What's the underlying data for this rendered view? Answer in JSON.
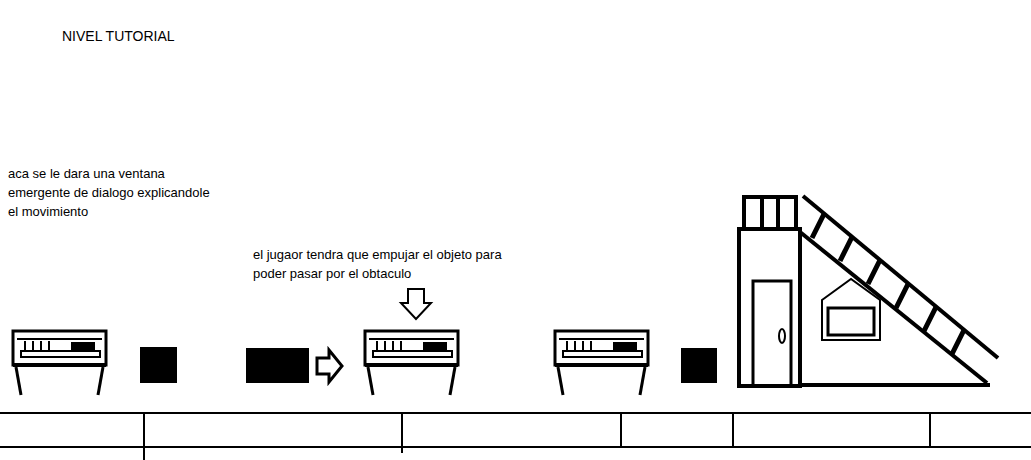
{
  "diagram": {
    "title": "NIVEL TUTORIAL",
    "labels": [
      "aca se le dara una ventana emergente de dialogo explicandole el movimiento",
      "el jugaor tendra que empujar el objeto para poder pasar por el obtaculo"
    ]
  }
}
